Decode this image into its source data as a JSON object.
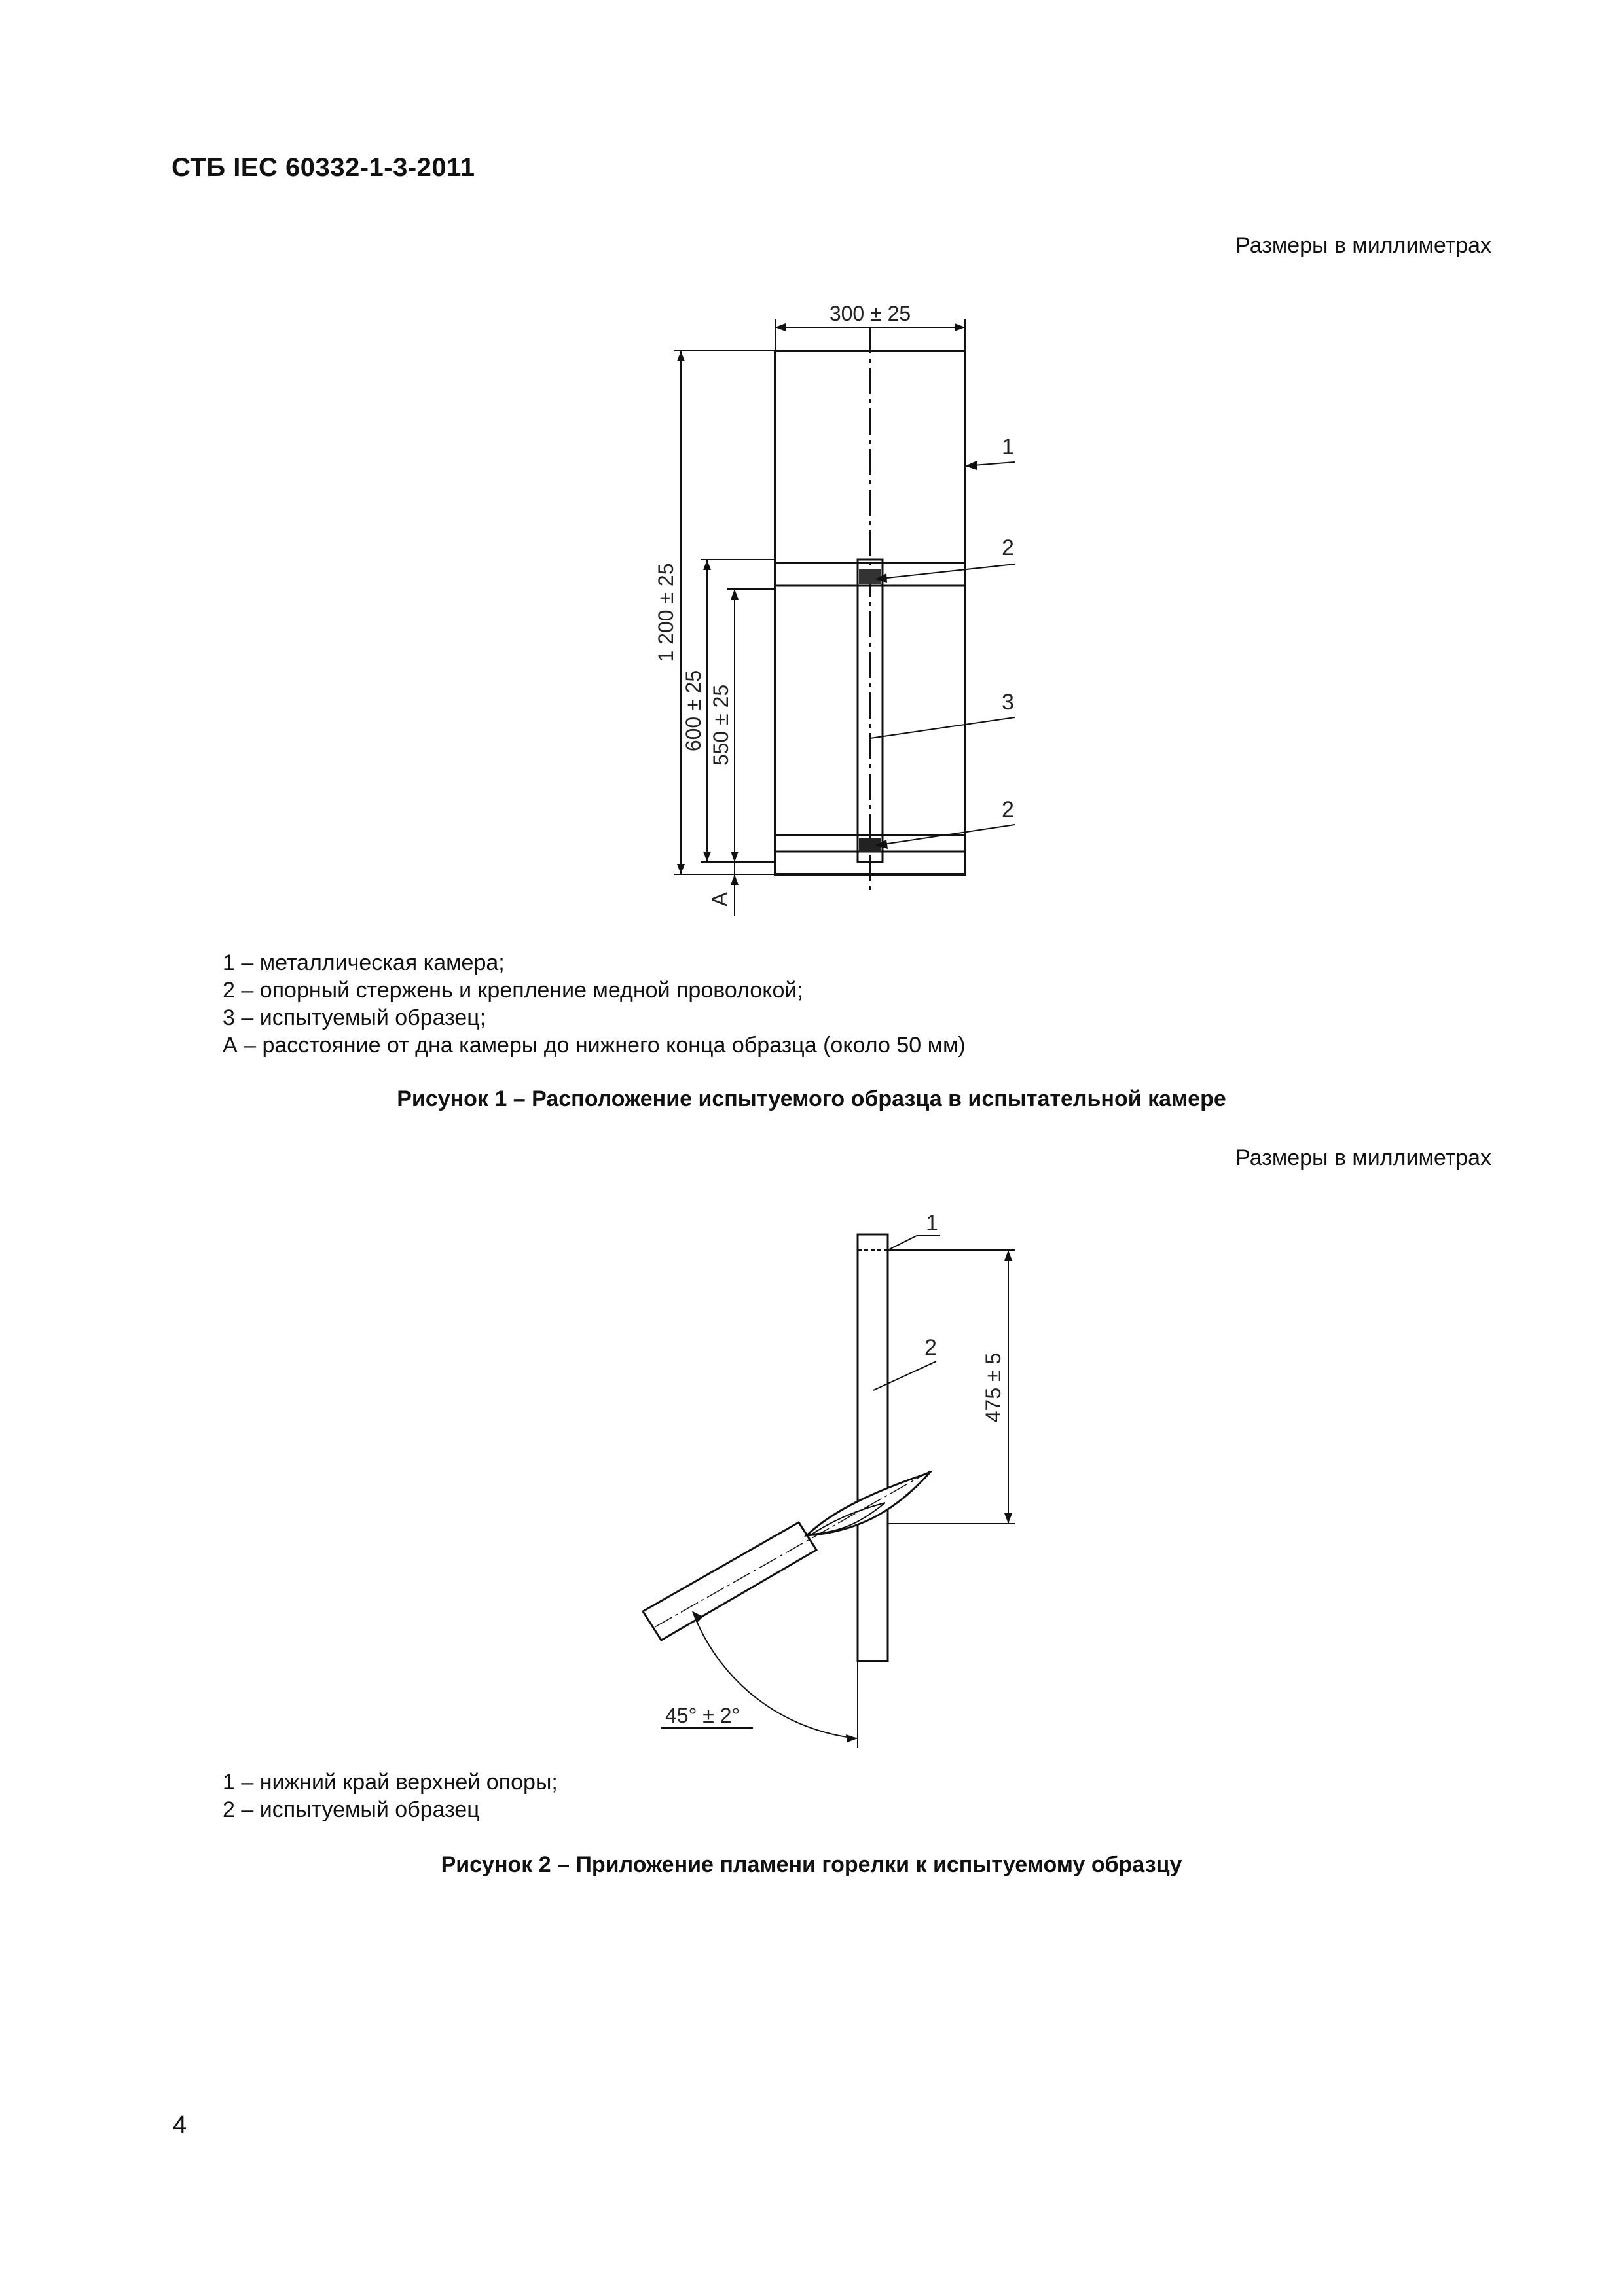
{
  "header": {
    "doc_id": "СТБ IEC 60332-1-3-2011"
  },
  "figure1": {
    "units_note": "Размеры в миллиметрах",
    "dimensions": {
      "width": "300 ± 25",
      "height": "1 200 ± 25",
      "d600": "600 ± 25",
      "d550": "550 ± 25",
      "a": "A"
    },
    "callouts": [
      "1",
      "2",
      "3",
      "2"
    ],
    "legend": [
      "1 – металлическая камера;",
      "2 – опорный стержень и крепление медной проволокой;",
      "3 – испытуемый образец;",
      "А – расстояние от дна камеры до нижнего конца образца (около 50 мм)"
    ],
    "caption": "Рисунок 1 – Расположение испытуемого образца в испытательной камере"
  },
  "figure2": {
    "units_note": "Размеры в миллиметрах",
    "dimensions": {
      "length": "475 ± 5",
      "angle": "45° ± 2°"
    },
    "callouts": [
      "1",
      "2"
    ],
    "legend": [
      "1 – нижний край верхней опоры;",
      "2 – испытуемый образец"
    ],
    "caption": "Рисунок 2 – Приложение пламени горелки к испытуемому образцу"
  },
  "footer": {
    "page_number": "4"
  }
}
